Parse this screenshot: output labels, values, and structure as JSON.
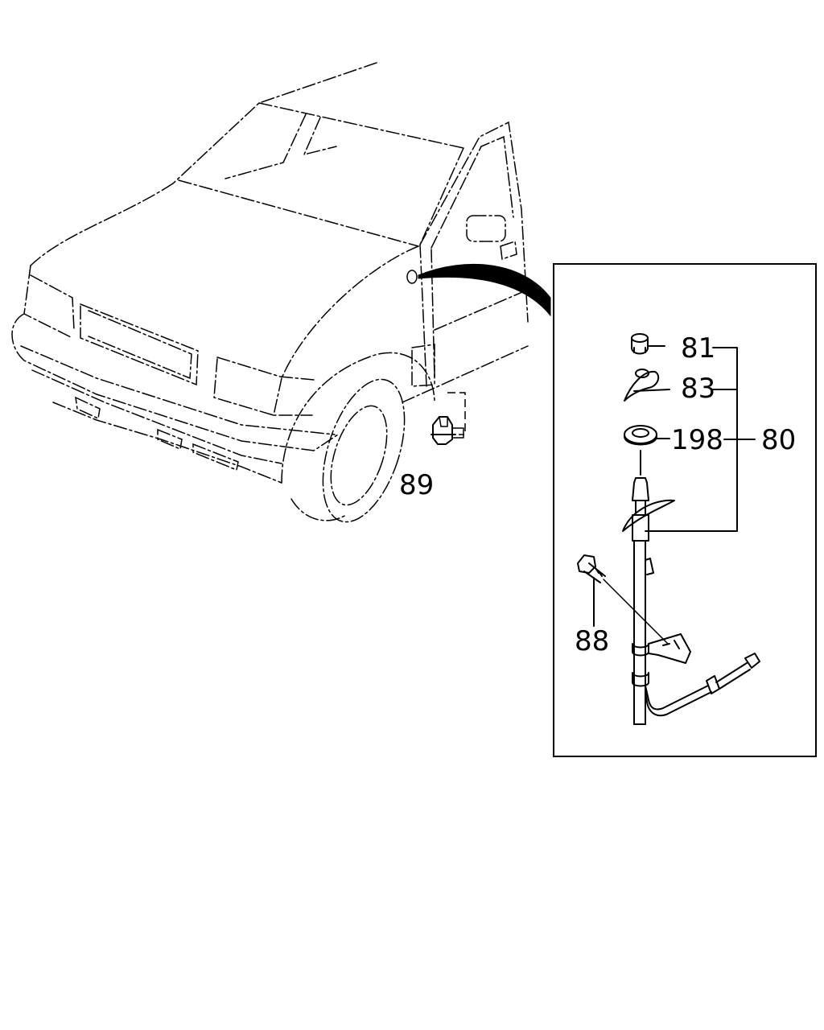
{
  "labels": {
    "p81": "81",
    "p83": "83",
    "p198": "198",
    "p80": "80",
    "p89": "89",
    "p88": "88"
  },
  "colors": {
    "ink": "#000000",
    "paper": "#ffffff"
  }
}
